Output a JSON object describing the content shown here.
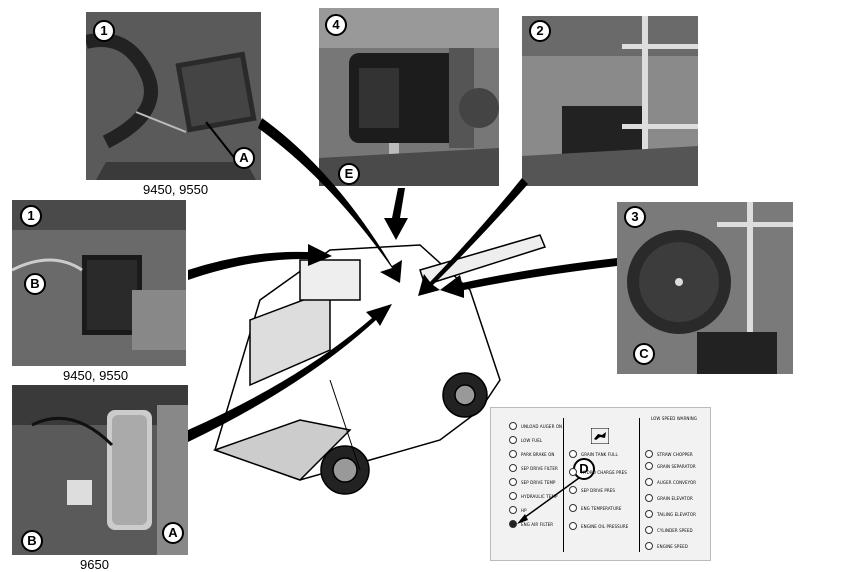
{
  "photos": {
    "p1a": {
      "callout": "1",
      "label_a": "A",
      "caption": "9450, 9550"
    },
    "p4": {
      "callout": "4",
      "label_e": "E"
    },
    "p2": {
      "callout": "2"
    },
    "p1b": {
      "callout": "1",
      "label_b": "B",
      "caption": "9450, 9550"
    },
    "p3": {
      "callout": "3",
      "label_c": "C"
    },
    "p9650": {
      "label_b": "B",
      "label_a": "A",
      "caption": "9650"
    }
  },
  "panel": {
    "callout_d": "D",
    "left_column": [
      "UNLOAD AUGER ON",
      "LOW FUEL",
      "PARK BRAKE ON",
      "SEP DRIVE FILTER",
      "SEP DRIVE TEMP",
      "HYDRAULIC TEMP",
      "HP",
      "ENG AIR FILTER"
    ],
    "middle_column": [
      "GRAIN TANK FULL",
      "HYDRO CHARGE PRES",
      "SEP DRIVE PRES",
      "ENG TEMPERATURE",
      "ENGINE OIL PRESSURE"
    ],
    "right_header": "LOW SPEED WARNING",
    "right_column": [
      "STRAW CHOPPER",
      "GRAIN SEPARATOR",
      "AUGER CONVEYOR",
      "GRAIN ELEVATOR",
      "TAILING ELEVATOR",
      "CYLINDER SPEED",
      "ENGINE SPEED"
    ]
  },
  "colors": {
    "photo_bg": "#6a6a6a",
    "arrow": "#000000",
    "panel_bg": "#f2f2f2"
  }
}
